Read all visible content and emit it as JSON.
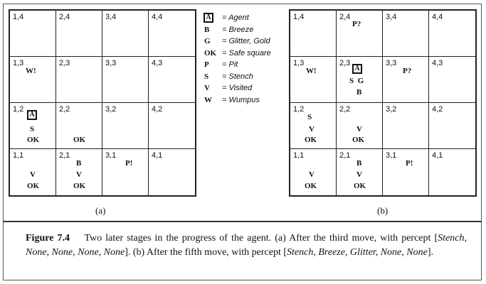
{
  "legend": [
    {
      "symbol": "A",
      "boxed": true,
      "desc": "= Agent"
    },
    {
      "symbol": "B",
      "boxed": false,
      "desc": "= Breeze"
    },
    {
      "symbol": "G",
      "boxed": false,
      "desc": "= Glitter, Gold"
    },
    {
      "symbol": "OK",
      "boxed": false,
      "desc": "= Safe square"
    },
    {
      "symbol": "P",
      "boxed": false,
      "desc": "= Pit"
    },
    {
      "symbol": "S",
      "boxed": false,
      "desc": "= Stench"
    },
    {
      "symbol": "V",
      "boxed": false,
      "desc": "= Visited"
    },
    {
      "symbol": "W",
      "boxed": false,
      "desc": "= Wumpus"
    }
  ],
  "panels": {
    "a": {
      "label": "(a)",
      "cells": {
        "1,4": {
          "coord": "1,4"
        },
        "2,4": {
          "coord": "2,4"
        },
        "3,4": {
          "coord": "3,4"
        },
        "4,4": {
          "coord": "4,4"
        },
        "1,3": {
          "coord": "1,3",
          "inline": "W!"
        },
        "2,3": {
          "coord": "2,3"
        },
        "3,3": {
          "coord": "3,3"
        },
        "4,3": {
          "coord": "4,3"
        },
        "1,2": {
          "coord": "1,2",
          "agent": "A",
          "marks": [
            "S",
            "OK"
          ]
        },
        "2,2": {
          "coord": "2,2",
          "marks": [
            "OK"
          ]
        },
        "3,2": {
          "coord": "3,2"
        },
        "4,2": {
          "coord": "4,2"
        },
        "1,1": {
          "coord": "1,1",
          "marks": [
            "V",
            "OK"
          ]
        },
        "2,1": {
          "coord": "2,1",
          "marks": [
            "B",
            "V",
            "OK"
          ]
        },
        "3,1": {
          "coord": "3,1",
          "inline": "P!"
        },
        "4,1": {
          "coord": "4,1"
        }
      }
    },
    "b": {
      "label": "(b)",
      "cells": {
        "1,4": {
          "coord": "1,4"
        },
        "2,4": {
          "coord": "2,4",
          "inline": "P?"
        },
        "3,4": {
          "coord": "3,4"
        },
        "4,4": {
          "coord": "4,4"
        },
        "1,3": {
          "coord": "1,3",
          "inline": "W!"
        },
        "2,3": {
          "coord": "2,3",
          "agent": "A",
          "marks": [
            "S  G",
            "B"
          ]
        },
        "3,3": {
          "coord": "3,3",
          "inline": "P?"
        },
        "4,3": {
          "coord": "4,3"
        },
        "1,2": {
          "coord": "1,2",
          "marks": [
            "S",
            "V",
            "OK"
          ]
        },
        "2,2": {
          "coord": "2,2",
          "marks": [
            "V",
            "OK"
          ]
        },
        "3,2": {
          "coord": "3,2"
        },
        "4,2": {
          "coord": "4,2"
        },
        "1,1": {
          "coord": "1,1",
          "marks": [
            "V",
            "OK"
          ]
        },
        "2,1": {
          "coord": "2,1",
          "marks": [
            "B",
            "V",
            "OK"
          ]
        },
        "3,1": {
          "coord": "3,1",
          "inline": "P!"
        },
        "4,1": {
          "coord": "4,1"
        }
      }
    }
  },
  "caption": {
    "fig_label": "Figure 7.4",
    "text_1": "Two later stages in the progress of the agent.  (a) After the third move, with percept [",
    "percept_a": "Stench, None, None, None, None",
    "text_2": "].  (b) After the fifth move, with percept [",
    "percept_b": "Stench, Breeze, Glitter, None, None",
    "text_3": "]."
  }
}
